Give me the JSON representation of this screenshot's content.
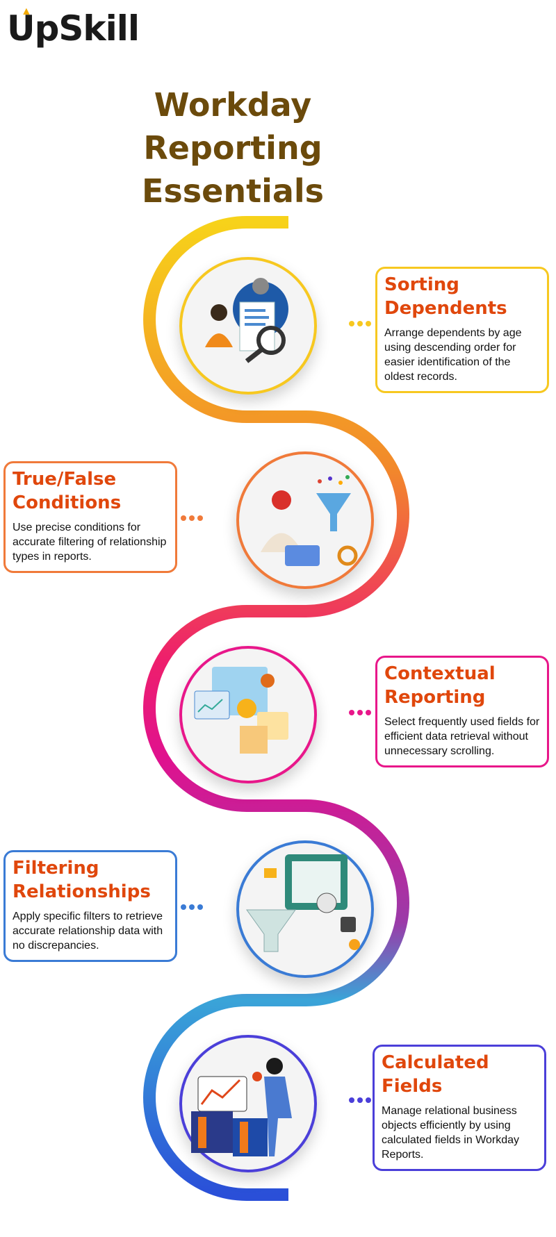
{
  "brand": {
    "logo_text": "UpSkill"
  },
  "title": {
    "line1": "Workday Reporting",
    "line2": "Essentials"
  },
  "steps": [
    {
      "heading": "Sorting Dependents",
      "body": "Arrange dependents by age using descending order for easier identification of the oldest records.",
      "color": "#f7c820",
      "icon": "document-search-icon"
    },
    {
      "heading": "True/False Conditions",
      "body": "Use precise conditions for accurate filtering of relationship types in reports.",
      "color": "#f07a3a",
      "icon": "data-filter-icon"
    },
    {
      "heading": "Contextual Reporting",
      "body": "Select frequently used fields for efficient data retrieval without unnecessary scrolling.",
      "color": "#e8178a",
      "icon": "dashboard-icon"
    },
    {
      "heading": "Filtering Relationships",
      "body": "Apply specific filters to retrieve accurate relationship data with no discrepancies.",
      "color": "#3a7bd5",
      "icon": "funnel-icon"
    },
    {
      "heading": "Calculated Fields",
      "body": "Manage relational business objects efficiently by using calculated fields in Workday Reports.",
      "color": "#4b3fd9",
      "icon": "calculation-icon"
    }
  ]
}
